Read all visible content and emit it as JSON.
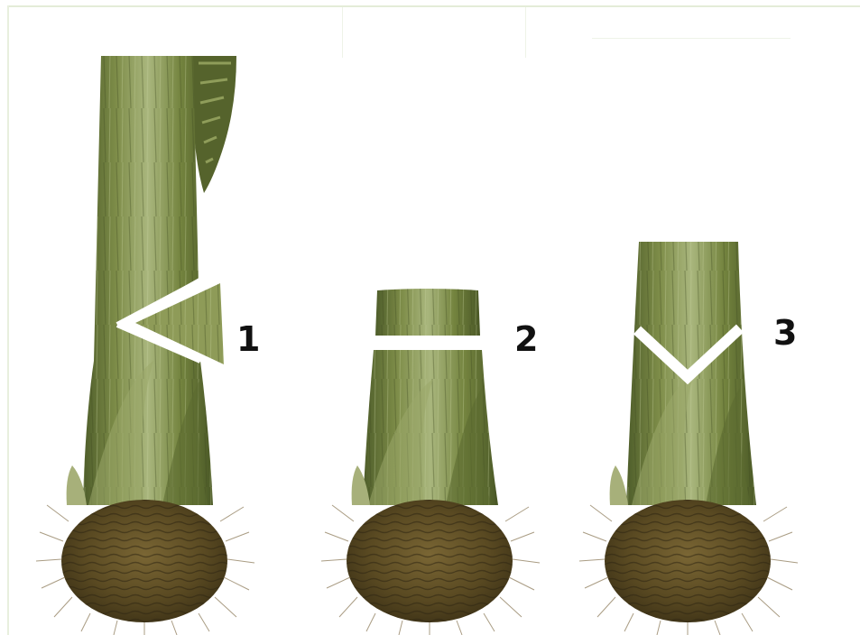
{
  "figure": {
    "labels": [
      "1",
      "2",
      "3"
    ]
  },
  "colors": {
    "stem_dark": "#55642d",
    "stem_mid": "#7f8f4a",
    "stem_light": "#b5c189",
    "bulb_dark": "#4b3f1f",
    "bulb_mid": "#6b5a2d",
    "root": "#8a7b62",
    "cut": "#ffffff"
  }
}
